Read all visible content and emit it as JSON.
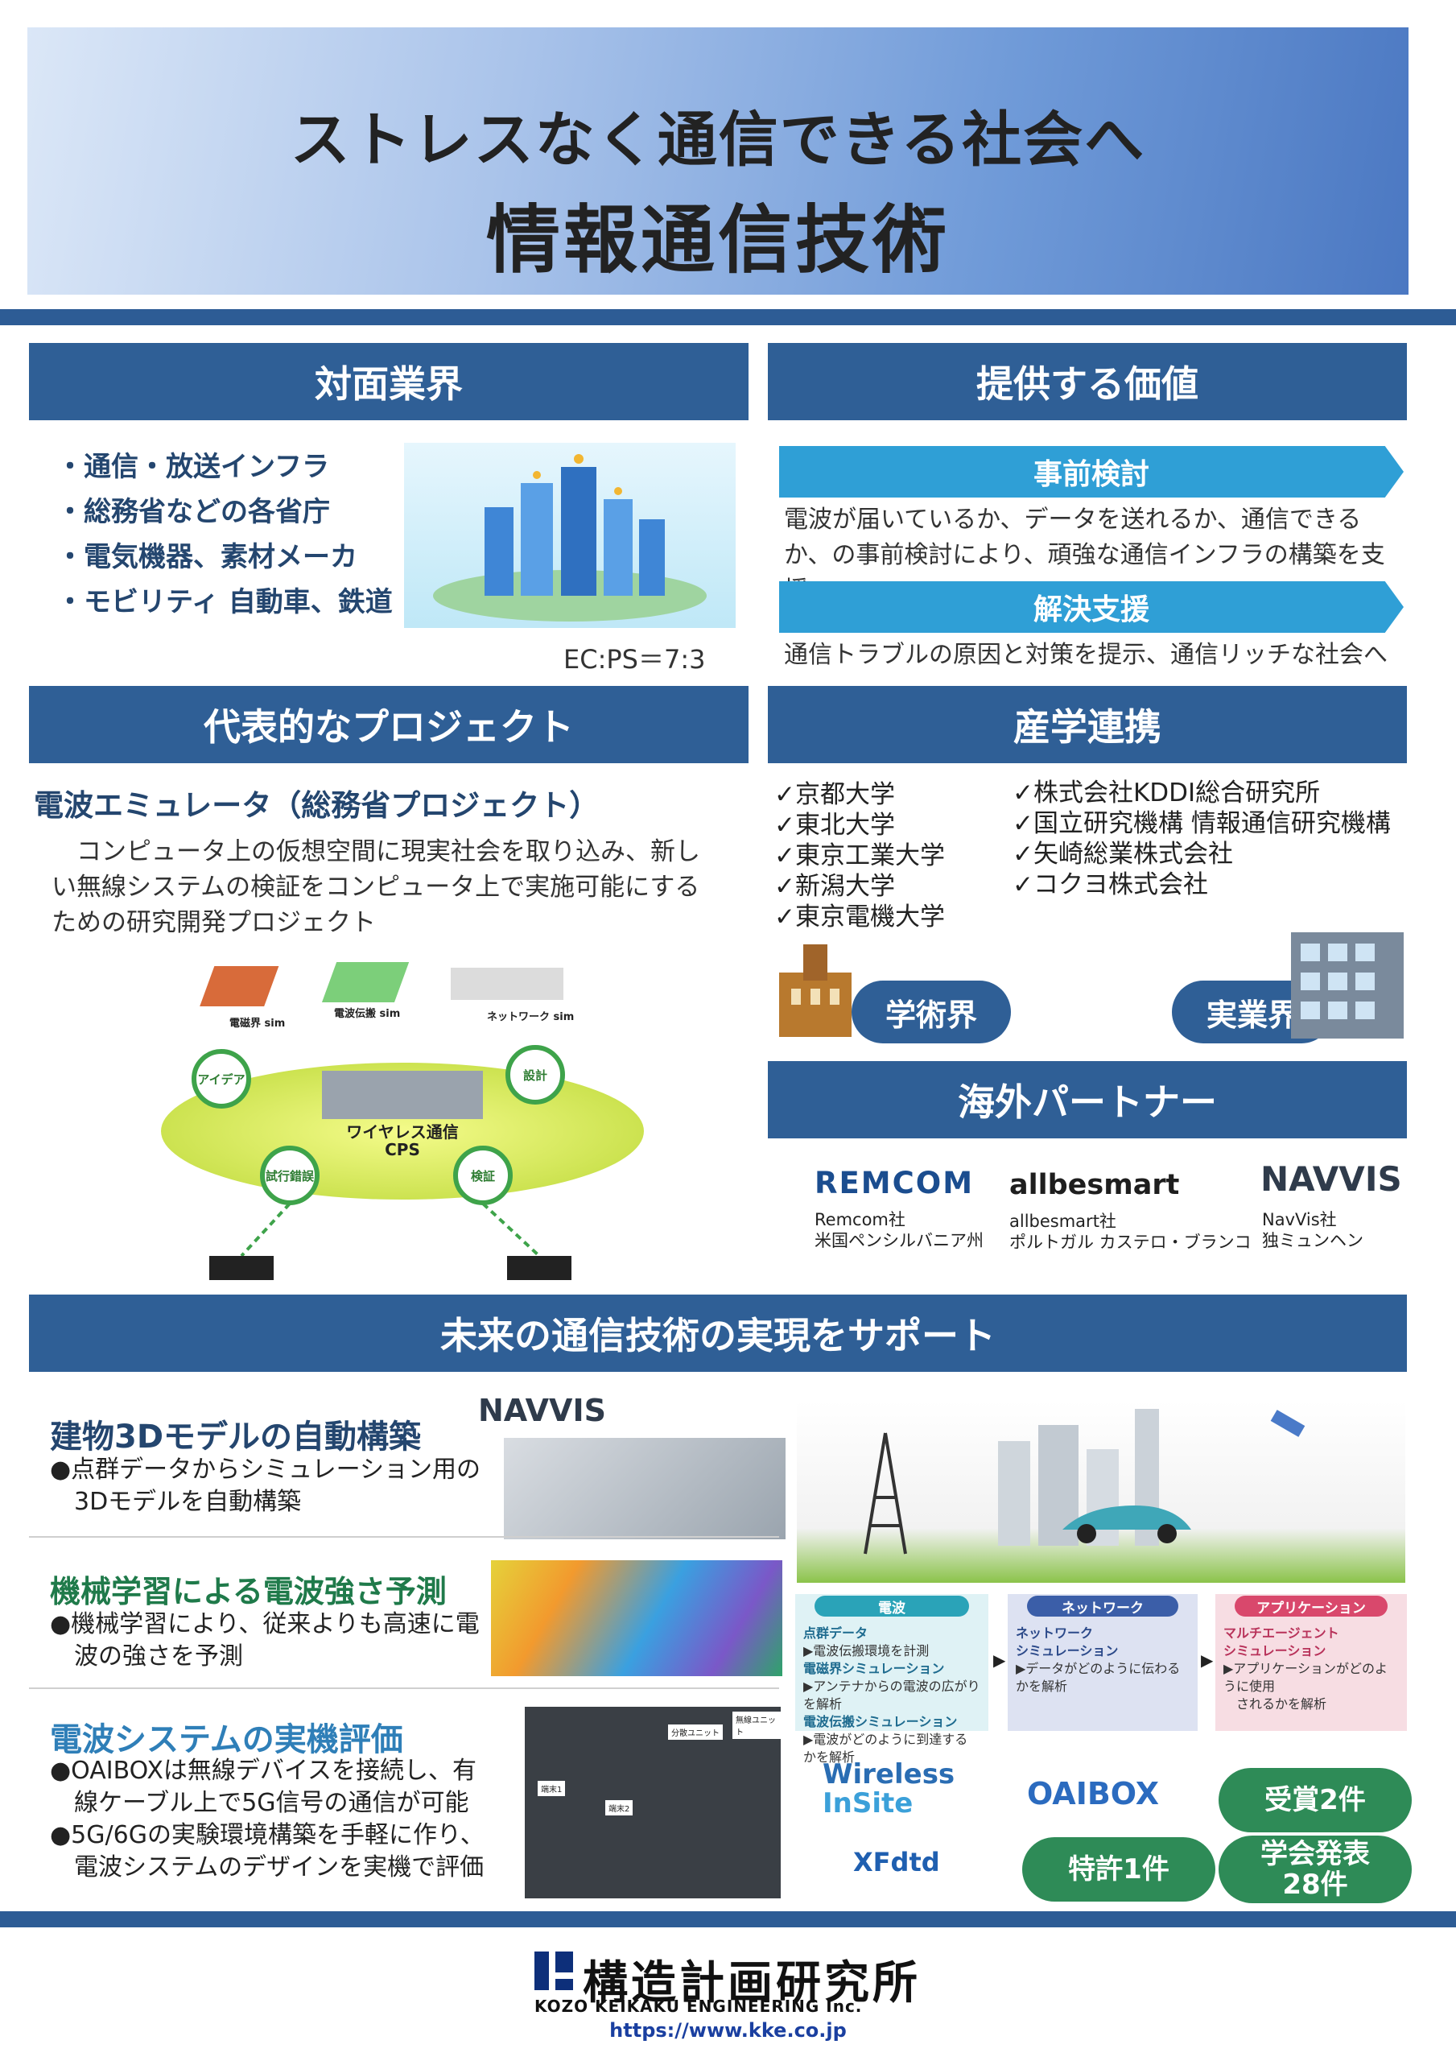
{
  "header": {
    "subtitle": "ストレスなく通信できる社会へ",
    "title": "情報通信技術"
  },
  "industries": {
    "heading": "対面業界",
    "items": [
      "・通信・放送インフラ",
      "・総務省などの各省庁",
      "・電気機器、素材メーカ",
      "・モビリティ 自動車、鉄道"
    ],
    "ratio": "EC:PS＝7:3"
  },
  "value": {
    "heading": "提供する価値",
    "items": [
      {
        "label": "事前検討",
        "text": "電波が届いているか、データを送れるか、通信できるか、の事前検討により、頑強な通信インフラの構築を支援"
      },
      {
        "label": "解決支援",
        "text": "通信トラブルの原因と対策を提示、通信リッチな社会へ"
      }
    ]
  },
  "projects": {
    "heading": "代表的なプロジェクト",
    "title": "電波エミュレータ（総務省プロジェクト）",
    "description": "　コンピュータ上の仮想空間に現実社会を取り込み、新しい無線システムの検証をコンピュータ上で実施可能にするための研究開発プロジェクト",
    "diagram": {
      "sim1": "電磁界 sim",
      "sim2": "電波伝搬 sim",
      "sim3": "ネットワーク sim",
      "center_line1": "ワイヤレス通信",
      "center_line2": "CPS",
      "nodes": [
        "アイデア",
        "設計",
        "検証",
        "試行錯誤"
      ]
    }
  },
  "collaboration": {
    "heading": "産学連携",
    "academia": [
      "✓京都大学",
      "✓東北大学",
      "✓東京工業大学",
      "✓新潟大学",
      "✓東京電機大学"
    ],
    "industry": [
      "✓株式会社KDDI総合研究所",
      "✓国立研究機構 情報通信研究機構",
      "✓矢崎総業株式会社",
      "✓コクヨ株式会社"
    ],
    "academia_label": "学術界",
    "industry_label": "実業界"
  },
  "partners": {
    "heading": "海外パートナー",
    "items": [
      {
        "logo": "REMCOM",
        "name": "Remcom社",
        "location": "米国ペンシルバニア州"
      },
      {
        "logo": "allbesmart",
        "name": "allbesmart社",
        "location": "ポルトガル カステロ・ブランコ"
      },
      {
        "logo": "NAVVIS",
        "name": "NavVis社",
        "location": "独ミュンヘン"
      }
    ]
  },
  "future": {
    "heading": "未来の通信技術の実現をサポート",
    "items": [
      {
        "title": "建物3Dモデルの自動構築",
        "lines": [
          "●点群データからシミュレーション用の",
          "　3Dモデルを自動構築"
        ],
        "logo": "NAVVIS"
      },
      {
        "title": "機械学習による電波強さ予測",
        "lines": [
          "●機械学習により、従来よりも高速に電",
          "　波の強さを予測"
        ]
      },
      {
        "title": "電波システムの実機評価",
        "lines": [
          "●OAIBOXは無線デバイスを接続し、有",
          "　線ケーブル上で5G信号の通信が可能",
          "●5G/6Gの実験環境構築を手軽に作り、",
          "　電波システムのデザインを実機で評価"
        ],
        "photo_labels": [
          "分散ユニット",
          "無線ユニット",
          "端末1",
          "端末2"
        ]
      }
    ],
    "flow": {
      "radio": {
        "head": "電波",
        "lines": [
          "点群データ",
          "▶電波伝搬環境を計測",
          "電磁界シミュレーション",
          "▶アンテナからの電波の広がりを解析",
          "電波伝搬シミュレーション",
          "▶電波がどのように到達するかを解析"
        ]
      },
      "network": {
        "head": "ネットワーク",
        "lines": [
          "ネットワーク",
          "シミュレーション",
          "▶データがどのように伝わるかを解析"
        ]
      },
      "application": {
        "head": "アプリケーション",
        "lines": [
          "マルチエージェント",
          "シミュレーション",
          "▶アプリケーションがどのように使用",
          "　されるかを解析"
        ]
      }
    },
    "logos": {
      "wireless1": "Wireless",
      "wireless2": "InSite",
      "xfdtd": "XFdtd",
      "oaibox": "OAIBOX"
    },
    "badges": {
      "award": "受賞2件",
      "patent": "特許1件",
      "conference1": "学会発表",
      "conference2": "28件"
    }
  },
  "footer": {
    "company_jp": "構造計画研究所",
    "company_en": "KOZO KEIKAKU ENGINEERING Inc.",
    "url": "https://www.kke.co.jp"
  }
}
